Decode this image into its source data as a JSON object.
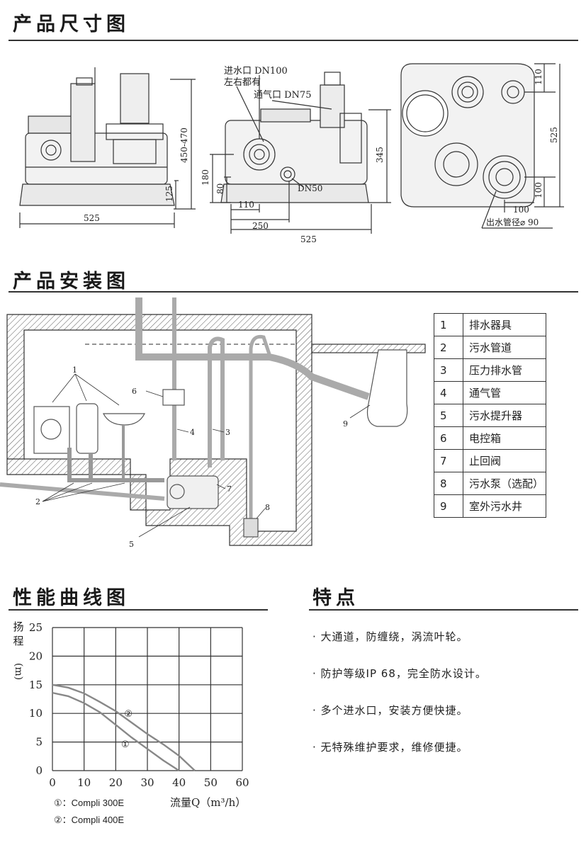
{
  "sections": {
    "dimensions_title": "产品尺寸图",
    "installation_title": "产品安装图",
    "performance_title": "性能曲线图",
    "features_title": "特点"
  },
  "dimension_labels": {
    "front": {
      "width": "525",
      "height_range": "450-470",
      "base_height": "125"
    },
    "side": {
      "inlet": "进水口 DN100",
      "inlet_note": "左右都有",
      "vent": "通气口 DN75",
      "dn50": "DN50",
      "h180": "180",
      "h80": "80",
      "h345": "345",
      "w110": "110",
      "w250": "250",
      "w525": "525"
    },
    "top": {
      "v110": "110",
      "v525": "525",
      "v100": "100",
      "h100": "100",
      "outlet": "出水管径⌀ 90"
    }
  },
  "installation": {
    "callouts": [
      "1",
      "2",
      "3",
      "4",
      "5",
      "6",
      "7",
      "8",
      "9"
    ],
    "legend": [
      {
        "num": "1",
        "name": "排水器具"
      },
      {
        "num": "2",
        "name": "污水管道"
      },
      {
        "num": "3",
        "name": "压力排水管"
      },
      {
        "num": "4",
        "name": "通气管"
      },
      {
        "num": "5",
        "name": "污水提升器"
      },
      {
        "num": "6",
        "name": "电控箱"
      },
      {
        "num": "7",
        "name": "止回阀"
      },
      {
        "num": "8",
        "name": "污水泵（选配）"
      },
      {
        "num": "9",
        "name": "室外污水井"
      }
    ]
  },
  "chart_data": {
    "type": "line",
    "ylabel_chars": [
      "扬",
      "程",
      "(m)"
    ],
    "xlabel": "流量Q（m³/h）",
    "xlim": [
      0,
      60
    ],
    "ylim": [
      0,
      25
    ],
    "xticks": [
      "0",
      "10",
      "20",
      "30",
      "40",
      "50",
      "60"
    ],
    "yticks": [
      "0",
      "5",
      "10",
      "15",
      "20",
      "25"
    ],
    "grid": true,
    "series": [
      {
        "name": "Compli 300E",
        "marker": "①",
        "x": [
          0,
          5,
          10,
          15,
          20,
          25,
          30,
          35,
          40
        ],
        "y": [
          13.6,
          13.0,
          11.8,
          10.2,
          8.0,
          5.8,
          3.8,
          1.8,
          0
        ]
      },
      {
        "name": "Compli 400E",
        "marker": "②",
        "x": [
          0,
          5,
          10,
          15,
          20,
          25,
          30,
          35,
          40,
          45
        ],
        "y": [
          15.0,
          14.5,
          13.5,
          12.0,
          10.4,
          8.4,
          6.4,
          4.6,
          2.6,
          0
        ]
      }
    ],
    "legend": [
      "①：Compli 300E",
      "②：Compli 400E"
    ]
  },
  "features": [
    "· 大通道，防缠绕，涡流叶轮。",
    "· 防护等级IP 68，完全防水设计。",
    "· 多个进水口，安装方便快捷。",
    "· 无特殊维护要求，维修便捷。"
  ]
}
